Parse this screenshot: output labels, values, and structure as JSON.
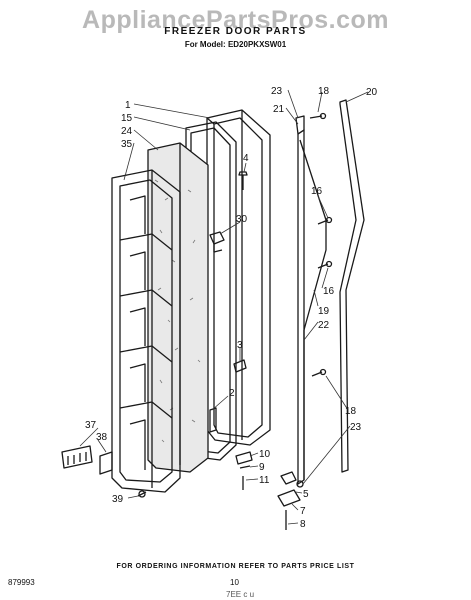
{
  "watermark": "AppliancePartsPros.com",
  "title": "FREEZER DOOR PARTS",
  "model_prefix": "For Model:",
  "model": "ED20PKXSW01",
  "callouts": {
    "n1": "1",
    "n15": "15",
    "n24": "24",
    "n35": "35",
    "n4": "4",
    "n30": "30",
    "n23a": "23",
    "n18a": "18",
    "n21": "21",
    "n20": "20",
    "n16a": "16",
    "n16b": "16",
    "n19": "19",
    "n22": "22",
    "n3": "3",
    "n2": "2",
    "n18b": "18",
    "n23b": "23",
    "n37": "37",
    "n38": "38",
    "n10": "10",
    "n9": "9",
    "n11": "11",
    "n5": "5",
    "n7": "7",
    "n8": "8",
    "n39": "39"
  },
  "footer": {
    "order_note": "FOR ORDERING INFORMATION REFER TO PARTS PRICE LIST",
    "ref_code": "879993",
    "page": "10",
    "bottom_mark": "7EE c u"
  }
}
